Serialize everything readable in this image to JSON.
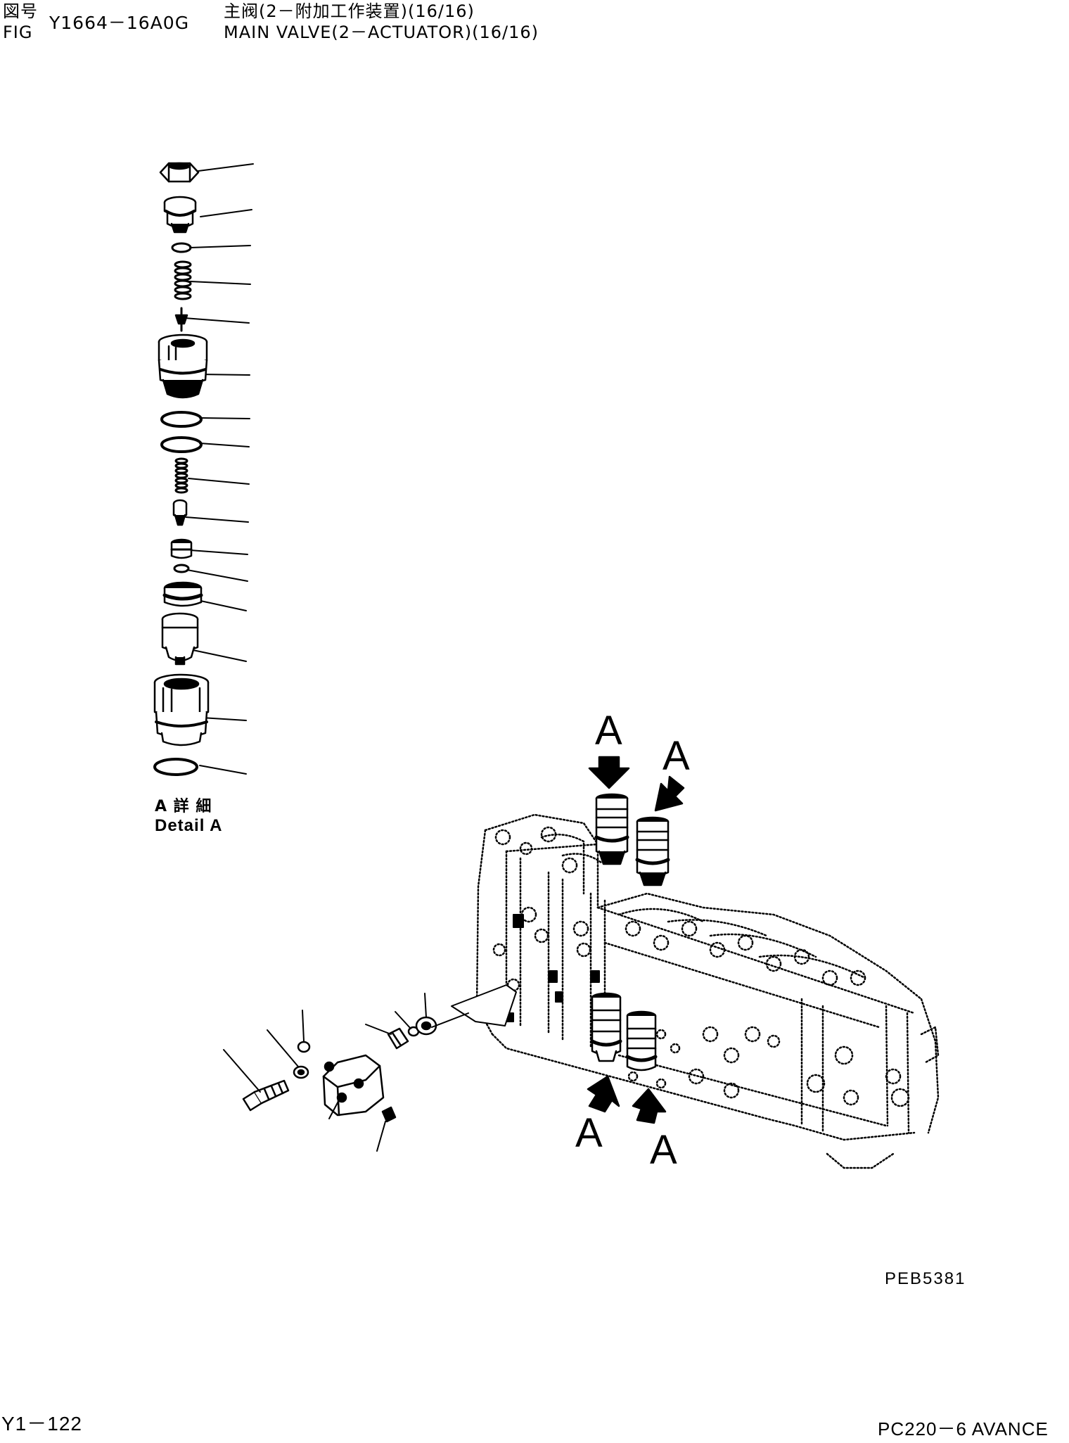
{
  "header": {
    "fig_label_jp": "図号",
    "fig_label_en": "FIG",
    "fig_number": "Y1664－16A0G",
    "title_jp": "主阀(2－附加工作装置)(16/16)",
    "title_en": "MAIN VALVE(2－ACTUATOR)(16/16)"
  },
  "callouts": {
    "arrow_label": "A"
  },
  "detail": {
    "label_jp": "A 詳 細",
    "label_en": "Detail A"
  },
  "drawing_code": "PEB5381",
  "footer": {
    "page": "Y1－122",
    "model": "PC220－6 AVANCE"
  }
}
